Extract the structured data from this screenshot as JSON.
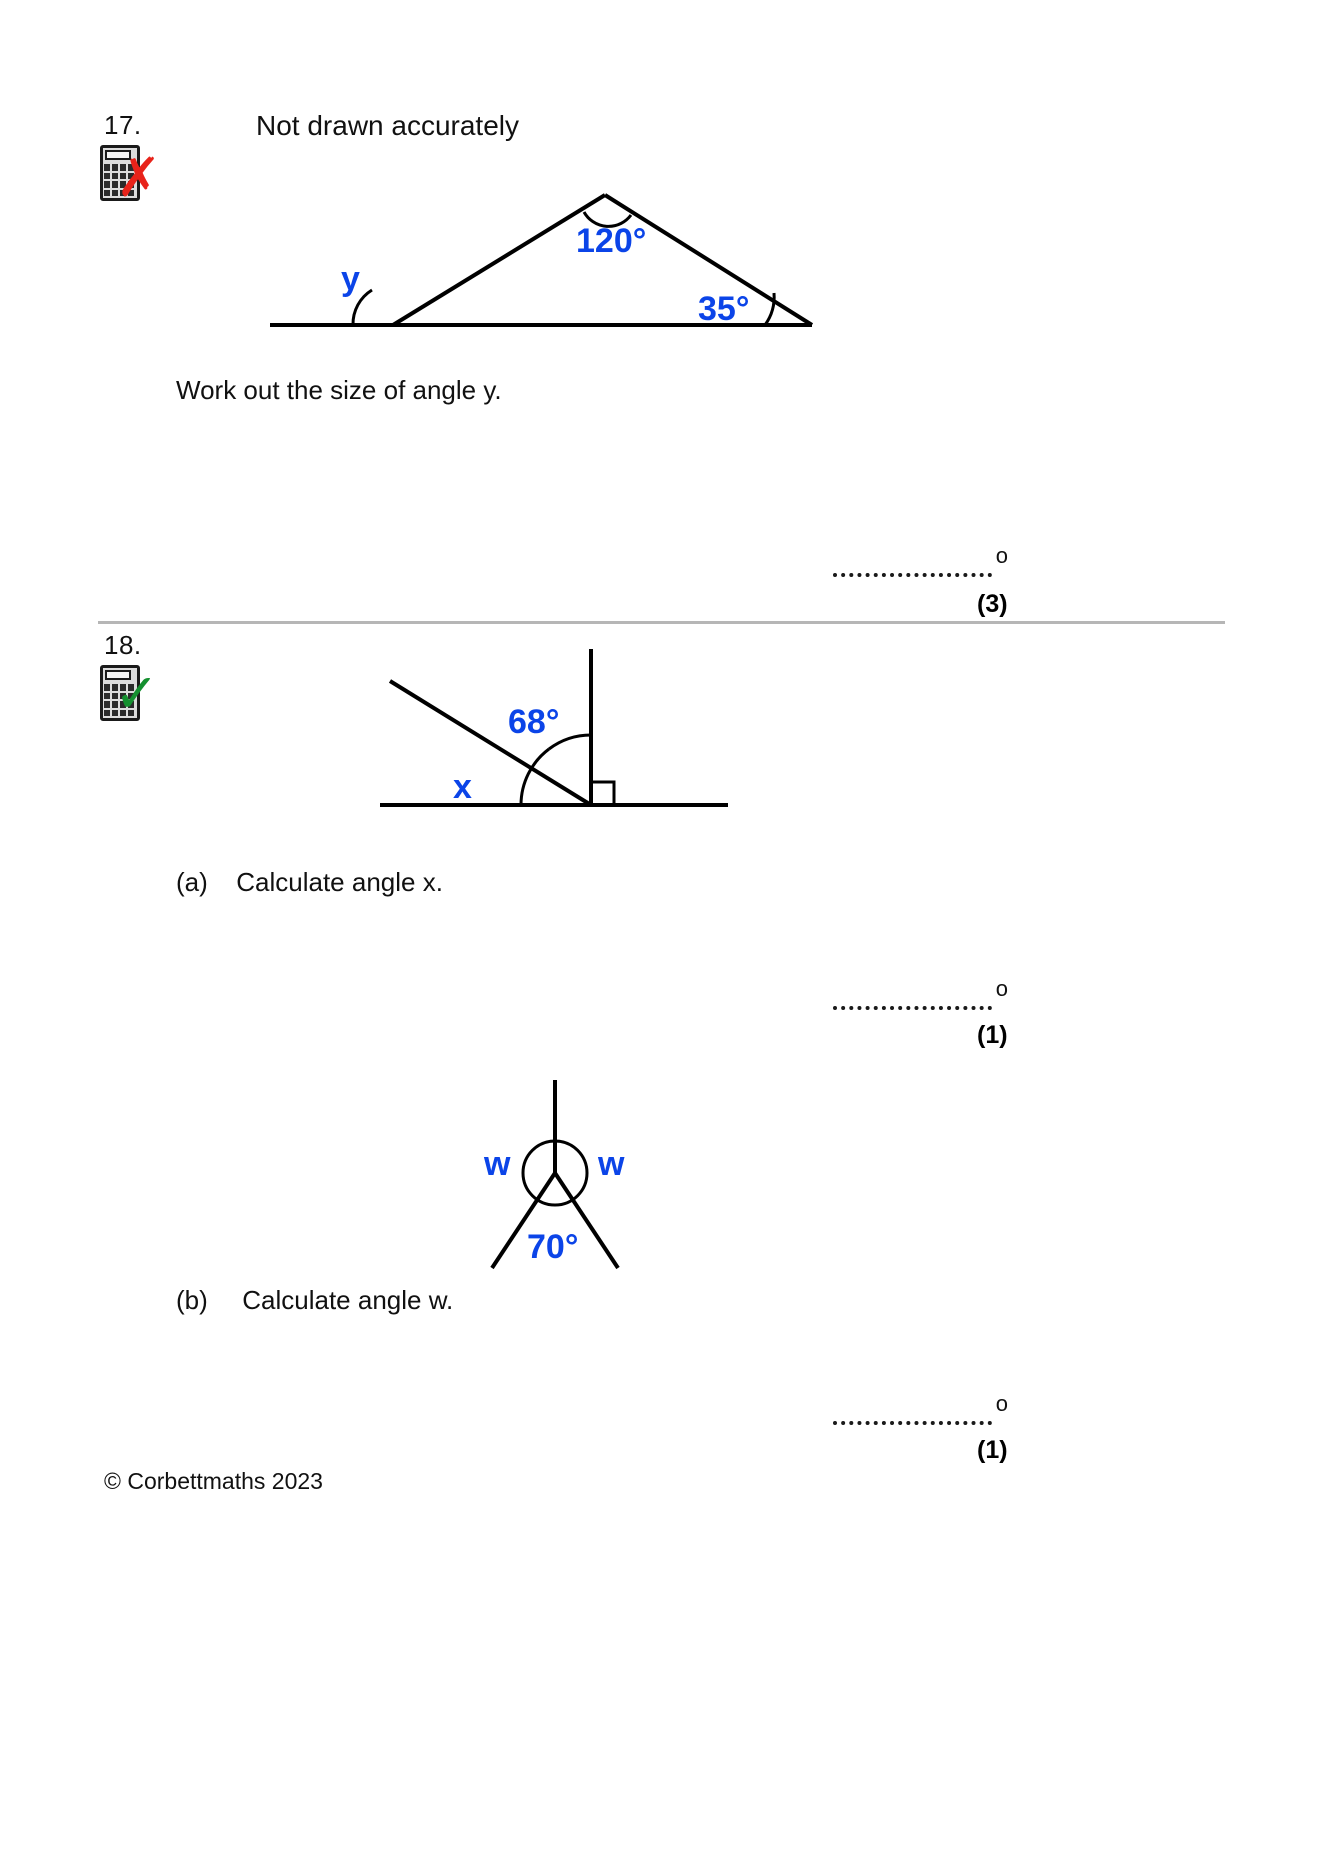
{
  "page": {
    "footer": "© Corbettmaths 2023",
    "blue": "#0b44e8",
    "divider_color": "#b6b6b6"
  },
  "questions": [
    {
      "number": "17.",
      "calculator_icon": "calculator-not-allowed-icon",
      "calculator_mark": "✗",
      "calculator_mark_color": "#e8231a",
      "note": "Not drawn accurately",
      "prompt": "Work out the size of angle y.",
      "marks": "(3)",
      "answer_degree_symbol": "o",
      "diagram": {
        "name": "triangle-angles-diagram",
        "labels": [
          {
            "text": "120°",
            "role": "apex-angle"
          },
          {
            "text": "35°",
            "role": "right-base-angle"
          },
          {
            "text": "y",
            "role": "exterior-left-angle"
          }
        ]
      }
    },
    {
      "number": "18.",
      "calculator_icon": "calculator-allowed-icon",
      "calculator_mark": "✓",
      "calculator_mark_color": "#14902f",
      "parts": [
        {
          "label": "(a)",
          "prompt": "Calculate angle x.",
          "marks": "(1)",
          "answer_degree_symbol": "o",
          "diagram": {
            "name": "angles-on-straight-line-diagram",
            "labels": [
              {
                "text": "68°",
                "role": "angle-between-ray-and-vertical"
              },
              {
                "text": "x",
                "role": "unknown-angle-left"
              }
            ],
            "right_angle_marker": true
          }
        },
        {
          "label": "(b)",
          "prompt": "Calculate angle w.",
          "marks": "(1)",
          "answer_degree_symbol": "o",
          "diagram": {
            "name": "angles-around-point-diagram",
            "labels": [
              {
                "text": "w",
                "role": "left-angle"
              },
              {
                "text": "w",
                "role": "right-angle-label"
              },
              {
                "text": "70°",
                "role": "bottom-angle"
              }
            ]
          }
        }
      ]
    }
  ]
}
